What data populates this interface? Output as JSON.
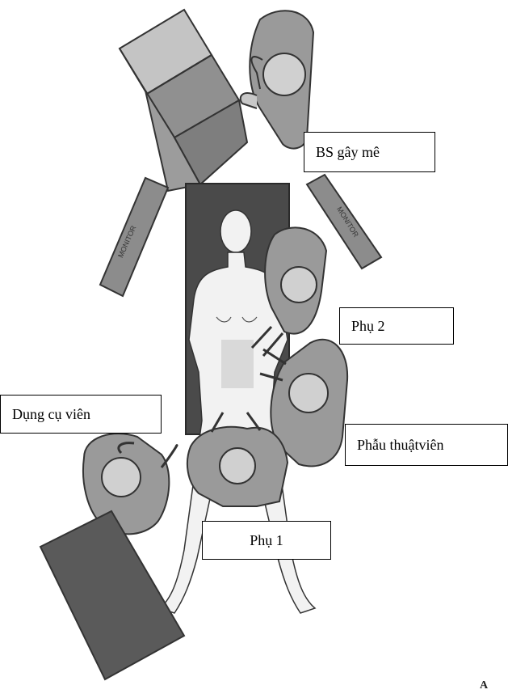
{
  "labels": {
    "anesthesiologist": "BS gây mê",
    "assistant_2": "Phụ 2",
    "scrub_nurse": "Dụng cụ viên",
    "surgeon": "Phẫu thuậtviên",
    "assistant_1": "Phụ 1"
  },
  "monitors": {
    "left": "MONITOR",
    "right": "MONITOR"
  },
  "panel_letter": "A",
  "colors": {
    "table": "#4a4a4a",
    "monitor_fill": "#8c8c8c",
    "person_fill": "#9a9a9a",
    "head_fill": "#d0d0d0",
    "outline": "#333333"
  }
}
